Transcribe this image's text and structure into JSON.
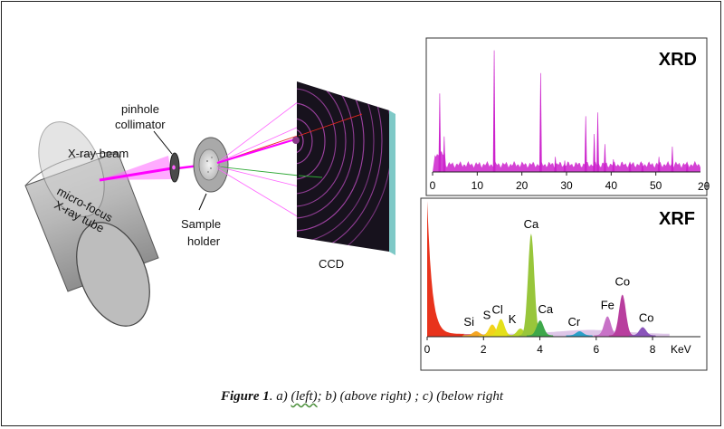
{
  "setup": {
    "xray_tube_label": [
      "micro-focus",
      "X-ray tube"
    ],
    "xray_beam_label": "X-ray beam",
    "collimator_label": [
      "pinhole",
      "collimator"
    ],
    "sample_label": [
      "Sample",
      "holder"
    ],
    "ccd_label": "CCD",
    "colors": {
      "beam": "#ff33ff",
      "tube": "#b5b5b5",
      "ccd": "#17121d",
      "rings": "#c24fc4"
    }
  },
  "chart_data": [
    {
      "type": "line",
      "title": "XRD",
      "xlabel": "2θ",
      "ylabel": "",
      "xlim": [
        0,
        60
      ],
      "ylim": [
        0,
        100
      ],
      "x_ticks": [
        "0",
        "10",
        "20",
        "30",
        "40",
        "50"
      ],
      "grid": false,
      "color": "#cc22cc",
      "baseline": 6,
      "peaks": [
        {
          "x": 1.6,
          "y": 62
        },
        {
          "x": 2.6,
          "y": 28
        },
        {
          "x": 13.8,
          "y": 96
        },
        {
          "x": 24.2,
          "y": 78
        },
        {
          "x": 27.5,
          "y": 12
        },
        {
          "x": 29.6,
          "y": 9
        },
        {
          "x": 34.3,
          "y": 44
        },
        {
          "x": 36.2,
          "y": 30
        },
        {
          "x": 37.0,
          "y": 47
        },
        {
          "x": 38.6,
          "y": 22
        },
        {
          "x": 40.5,
          "y": 10
        },
        {
          "x": 44.2,
          "y": 8
        },
        {
          "x": 47.0,
          "y": 7
        },
        {
          "x": 50.7,
          "y": 12
        },
        {
          "x": 53.7,
          "y": 20
        },
        {
          "x": 57.0,
          "y": 6
        }
      ]
    },
    {
      "type": "area",
      "title": "XRF",
      "xlabel": "KeV",
      "ylabel": "",
      "xlim": [
        0,
        9.7
      ],
      "ylim": [
        0,
        100
      ],
      "x_ticks": [
        "0",
        "2",
        "4",
        "6",
        "8"
      ],
      "grid": false,
      "peaks": [
        {
          "label": "Si",
          "x": 1.74,
          "y": 3,
          "color": "#f5a623"
        },
        {
          "label": "S",
          "x": 2.31,
          "y": 8,
          "color": "#f2d21b"
        },
        {
          "label": "Cl",
          "x": 2.62,
          "y": 12,
          "color": "#e4e01a"
        },
        {
          "label": "K",
          "x": 3.31,
          "y": 5,
          "color": "#b8d52c"
        },
        {
          "label": "Ca",
          "x": 3.69,
          "y": 75,
          "color": "#98c63b"
        },
        {
          "label": "Ca",
          "x": 4.01,
          "y": 11,
          "color": "#3ea84a"
        },
        {
          "label": "Cr",
          "x": 5.41,
          "y": 3,
          "color": "#2aa0c8"
        },
        {
          "label": "Fe",
          "x": 6.4,
          "y": 14,
          "color": "#c872c7"
        },
        {
          "label": "Co",
          "x": 6.93,
          "y": 30,
          "color": "#b83e9e"
        },
        {
          "label": "Co",
          "x": 7.65,
          "y": 6,
          "color": "#8a54ba"
        }
      ]
    }
  ],
  "caption": {
    "figure": "Figure 1",
    "part1": ". a) ",
    "left": "(left)",
    "part2": "; b) (above right) ; c) (below right"
  }
}
